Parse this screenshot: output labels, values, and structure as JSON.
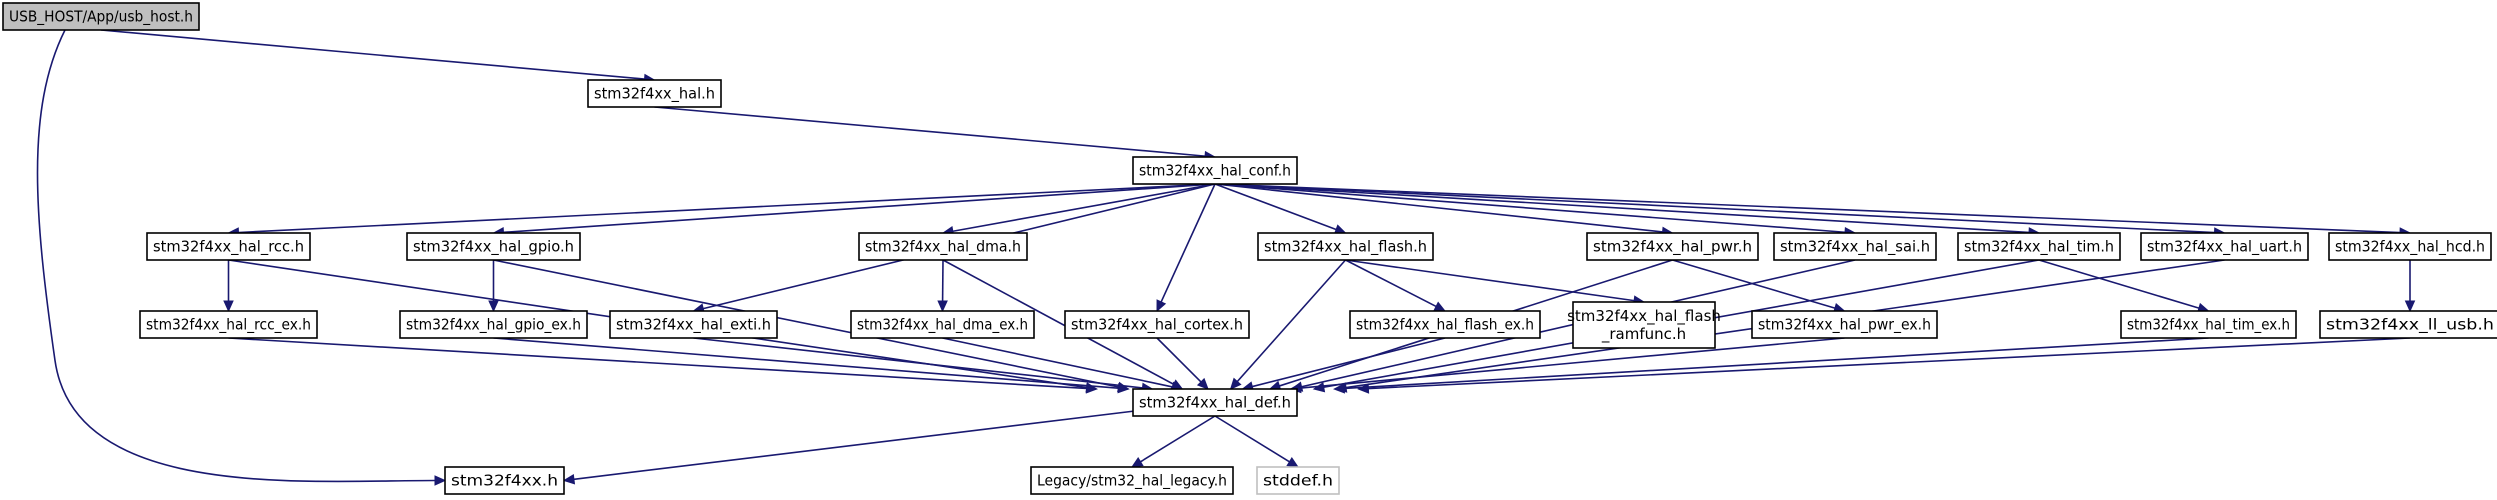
{
  "nodes": {
    "usb_host": {
      "lines": [
        "USB_HOST/App/usb_host.h"
      ],
      "role": "root"
    },
    "hal": {
      "lines": [
        "stm32f4xx_hal.h"
      ]
    },
    "stm32f4xx": {
      "lines": [
        "stm32f4xx.h"
      ]
    },
    "hal_conf": {
      "lines": [
        "stm32f4xx_hal_conf.h"
      ]
    },
    "hal_rcc": {
      "lines": [
        "stm32f4xx_hal_rcc.h"
      ]
    },
    "hal_gpio": {
      "lines": [
        "stm32f4xx_hal_gpio.h"
      ]
    },
    "hal_exti": {
      "lines": [
        "stm32f4xx_hal_exti.h"
      ]
    },
    "hal_dma": {
      "lines": [
        "stm32f4xx_hal_dma.h"
      ]
    },
    "hal_cortex": {
      "lines": [
        "stm32f4xx_hal_cortex.h"
      ]
    },
    "hal_flash": {
      "lines": [
        "stm32f4xx_hal_flash.h"
      ]
    },
    "hal_pwr": {
      "lines": [
        "stm32f4xx_hal_pwr.h"
      ]
    },
    "hal_sai": {
      "lines": [
        "stm32f4xx_hal_sai.h"
      ]
    },
    "hal_tim": {
      "lines": [
        "stm32f4xx_hal_tim.h"
      ]
    },
    "hal_uart": {
      "lines": [
        "stm32f4xx_hal_uart.h"
      ]
    },
    "hal_hcd": {
      "lines": [
        "stm32f4xx_hal_hcd.h"
      ]
    },
    "hal_rcc_ex": {
      "lines": [
        "stm32f4xx_hal_rcc_ex.h"
      ]
    },
    "hal_gpio_ex": {
      "lines": [
        "stm32f4xx_hal_gpio_ex.h"
      ]
    },
    "hal_dma_ex": {
      "lines": [
        "stm32f4xx_hal_dma_ex.h"
      ]
    },
    "hal_flash_ex": {
      "lines": [
        "stm32f4xx_hal_flash_ex.h"
      ]
    },
    "hal_flash_ramfunc": {
      "lines": [
        "stm32f4xx_hal_flash",
        "_ramfunc.h"
      ]
    },
    "hal_pwr_ex": {
      "lines": [
        "stm32f4xx_hal_pwr_ex.h"
      ]
    },
    "hal_tim_ex": {
      "lines": [
        "stm32f4xx_hal_tim_ex.h"
      ]
    },
    "ll_usb": {
      "lines": [
        "stm32f4xx_ll_usb.h"
      ]
    },
    "hal_def": {
      "lines": [
        "stm32f4xx_hal_def.h"
      ]
    },
    "legacy": {
      "lines": [
        "Legacy/stm32_hal_legacy.h"
      ]
    },
    "stddef": {
      "lines": [
        "stddef.h"
      ],
      "role": "missing"
    }
  },
  "edges": [
    [
      "usb_host",
      "hal"
    ],
    [
      "usb_host",
      "stm32f4xx"
    ],
    [
      "hal",
      "hal_conf"
    ],
    [
      "hal_conf",
      "hal_rcc"
    ],
    [
      "hal_conf",
      "hal_gpio"
    ],
    [
      "hal_conf",
      "hal_exti"
    ],
    [
      "hal_conf",
      "hal_dma"
    ],
    [
      "hal_conf",
      "hal_cortex"
    ],
    [
      "hal_conf",
      "hal_flash"
    ],
    [
      "hal_conf",
      "hal_pwr"
    ],
    [
      "hal_conf",
      "hal_sai"
    ],
    [
      "hal_conf",
      "hal_tim"
    ],
    [
      "hal_conf",
      "hal_uart"
    ],
    [
      "hal_conf",
      "hal_hcd"
    ],
    [
      "hal_rcc",
      "hal_rcc_ex"
    ],
    [
      "hal_rcc",
      "hal_def"
    ],
    [
      "hal_gpio",
      "hal_gpio_ex"
    ],
    [
      "hal_gpio",
      "hal_def"
    ],
    [
      "hal_exti",
      "hal_def"
    ],
    [
      "hal_dma",
      "hal_dma_ex"
    ],
    [
      "hal_dma",
      "hal_def"
    ],
    [
      "hal_cortex",
      "hal_def"
    ],
    [
      "hal_flash",
      "hal_flash_ex"
    ],
    [
      "hal_flash",
      "hal_flash_ramfunc"
    ],
    [
      "hal_flash",
      "hal_def"
    ],
    [
      "hal_pwr",
      "hal_pwr_ex"
    ],
    [
      "hal_pwr",
      "hal_def"
    ],
    [
      "hal_sai",
      "hal_def"
    ],
    [
      "hal_tim",
      "hal_tim_ex"
    ],
    [
      "hal_tim",
      "hal_def"
    ],
    [
      "hal_uart",
      "hal_def"
    ],
    [
      "hal_hcd",
      "ll_usb"
    ],
    [
      "hal_rcc_ex",
      "hal_def"
    ],
    [
      "hal_gpio_ex",
      "hal_def"
    ],
    [
      "hal_dma_ex",
      "hal_def"
    ],
    [
      "hal_flash_ex",
      "hal_def"
    ],
    [
      "hal_pwr_ex",
      "hal_def"
    ],
    [
      "hal_tim_ex",
      "hal_def"
    ],
    [
      "ll_usb",
      "hal_def"
    ],
    [
      "hal_def",
      "stm32f4xx"
    ],
    [
      "hal_def",
      "legacy"
    ],
    [
      "hal_def",
      "stddef"
    ]
  ],
  "colors": {
    "edge": "#191970",
    "root_fill": "#bfbfbf",
    "missing_border": "#bfbfbf",
    "missing_text": "#8c8c8c"
  }
}
